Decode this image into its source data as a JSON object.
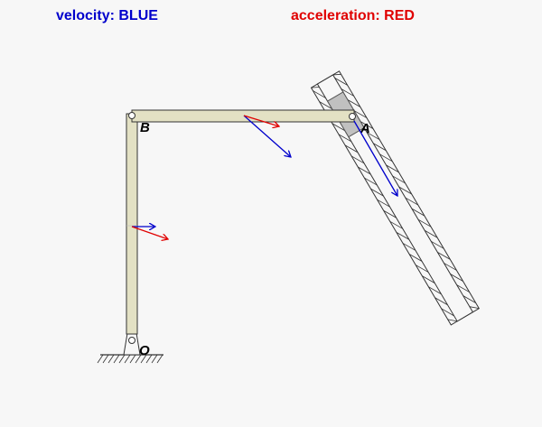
{
  "legend": {
    "velocity": "velocity: BLUE",
    "acceleration": "acceleration: RED"
  },
  "labels": {
    "B": "B",
    "A": "A",
    "O": "O"
  },
  "colors": {
    "velocity": "#0000cc",
    "acceleration": "#e00000",
    "link": "#e3e1c4",
    "slider": "#c0c0c0",
    "background": "#f7f7f7"
  }
}
